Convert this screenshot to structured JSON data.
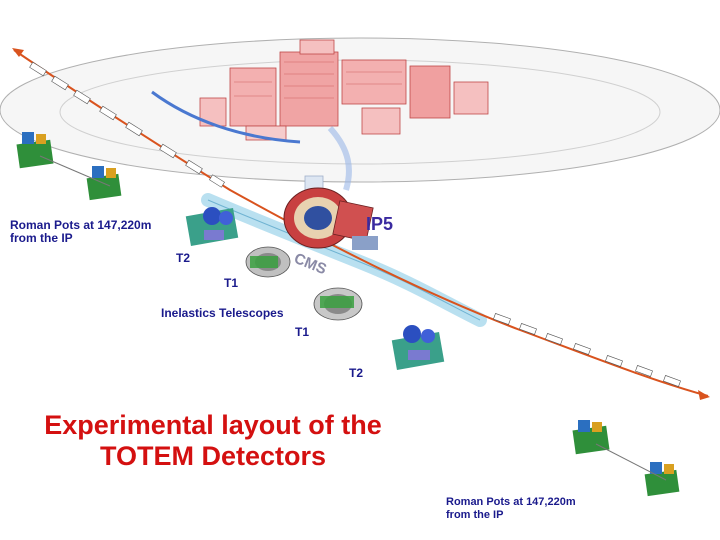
{
  "title": {
    "line1": "Experimental layout of the",
    "line2": "TOTEM Detectors"
  },
  "labels": {
    "roman_pots_left": "Roman Pots at 147,220m from the IP",
    "roman_pots_right": "Roman Pots at 147,220m from the IP",
    "ip5": "IP5",
    "cms": "CMS",
    "t2_upper": "T2",
    "t1_upper": "T1",
    "inelastics": "Inelastics Telescopes",
    "t1_lower": "T1",
    "t2_lower": "T2"
  },
  "colors": {
    "title": "#d41010",
    "label_text": "#1a1a8c",
    "beam_line": "#d9531e",
    "tunnel": "#7cc4e0",
    "building": "#e06a6a",
    "detector_green": "#2f8f3a"
  }
}
